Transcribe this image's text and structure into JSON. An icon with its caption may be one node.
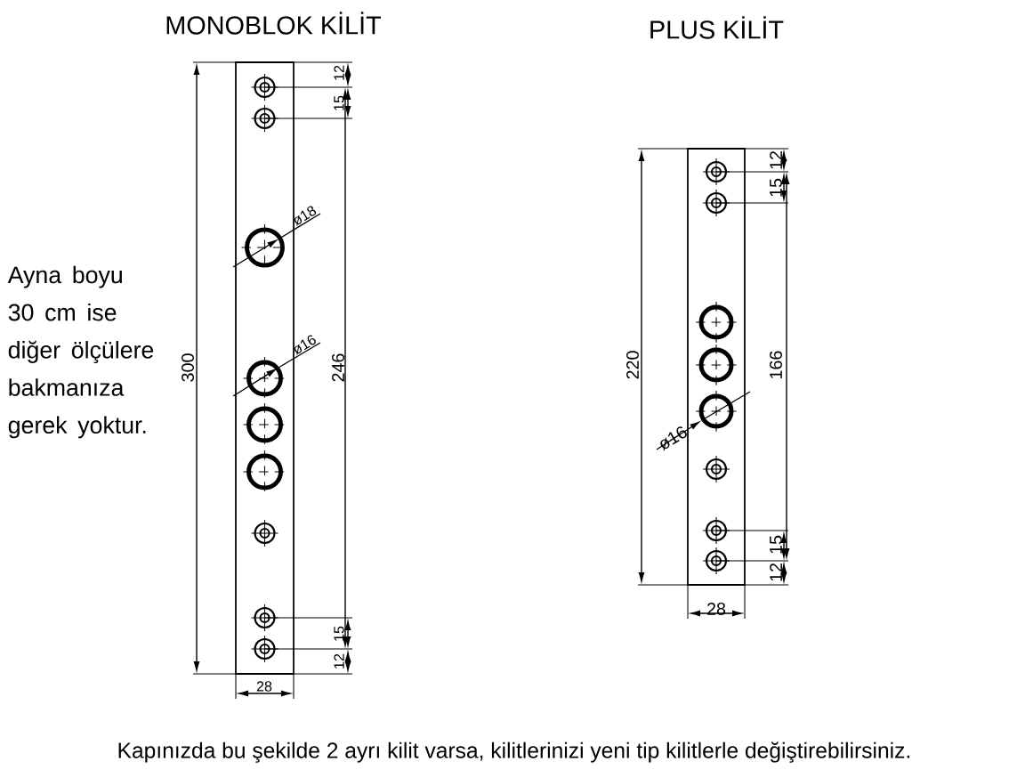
{
  "diagram": {
    "caption": "Kapınızda bu şekilde 2 ayrı kilit varsa, kilitlerinizi yeni tip kilitlerle değiştirebilirsiniz.",
    "labels": [
      "MONOBLOK KİLİT",
      "PLUS KİLİT",
      "12",
      "15",
      "ø18",
      "Ayna boyu 30 cm ise diğer ölçülere bakmanıza gerek yoktur.",
      "ø16",
      "300",
      "246",
      "15",
      "12",
      "28",
      "12",
      "15",
      "220",
      "166",
      "ø16",
      "15",
      "12",
      "28"
    ]
  }
}
